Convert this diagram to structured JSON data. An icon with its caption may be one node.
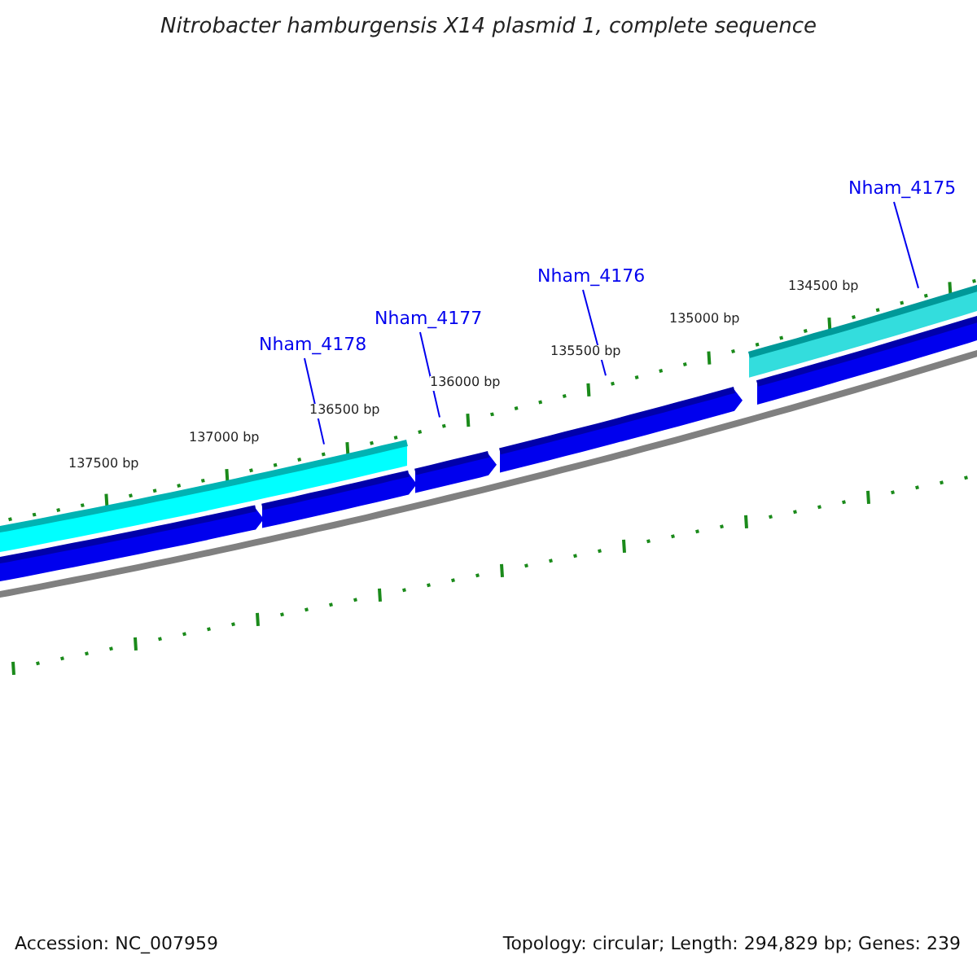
{
  "diagram": {
    "title": "Nitrobacter hamburgensis X14 plasmid 1, complete sequence",
    "nodes": [
      {
        "text": [
          "Nham_4175"
        ]
      },
      {
        "text": [
          "Nham_4176"
        ]
      },
      {
        "text": [
          "Nham_4177"
        ]
      },
      {
        "text": [
          "Nham_4178"
        ]
      }
    ],
    "edges": [
      {
        "from": 0,
        "to": null,
        "arrow": "none"
      },
      {
        "from": 1,
        "to": null,
        "arrow": "none"
      },
      {
        "from": 2,
        "to": null,
        "arrow": "none"
      },
      {
        "from": 3,
        "to": null,
        "arrow": "none"
      }
    ],
    "labels": [
      "134500 bp",
      "135000 bp",
      "135500 bp",
      "136000 bp",
      "136500 bp",
      "137000 bp",
      "137500 bp",
      "Accession: NC_007959",
      "Topology: circular; Length: 294,829 bp; Genes: 239"
    ]
  }
}
